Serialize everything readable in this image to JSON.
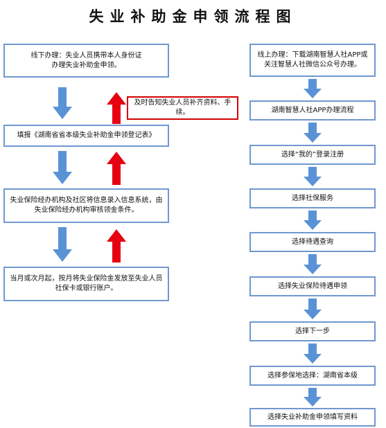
{
  "title": "失业补助金申领流程图",
  "offline": {
    "step1": "线下办理：失业人员携带本人身份证办理失业补助金申领。",
    "step2": "填报《湖南省省本级失业补助金申领登记表》",
    "step3": "失业保险经办机构及社区将信息录入信息系统，由失业保险经办机构审核领金条件。",
    "step4": "当月或次月起，按月将失业保险金发放至失业人员社保卡或银行账户。",
    "notice": "及时告知失业人员补齐资料、手续。"
  },
  "online": {
    "step1": "线上办理：下载湖南智慧人社APP或关注智慧人社微信公众号办理。",
    "step2": "湖南智慧人社APP办理流程",
    "step3": "选择“我的”登录注册",
    "step4": "选择社保服务",
    "step5": "选择待遇查询",
    "step6": "选择失业保险待遇申领",
    "step7": "选择下一步",
    "step8": "选择参保地选择：湖南省本级",
    "step9": "选择失业补助金申领填写资料"
  },
  "colors": {
    "box_border": "#6f98cf",
    "down_arrow": "#5a92d6",
    "up_arrow": "#e60012",
    "notice_border": "#d40000"
  }
}
